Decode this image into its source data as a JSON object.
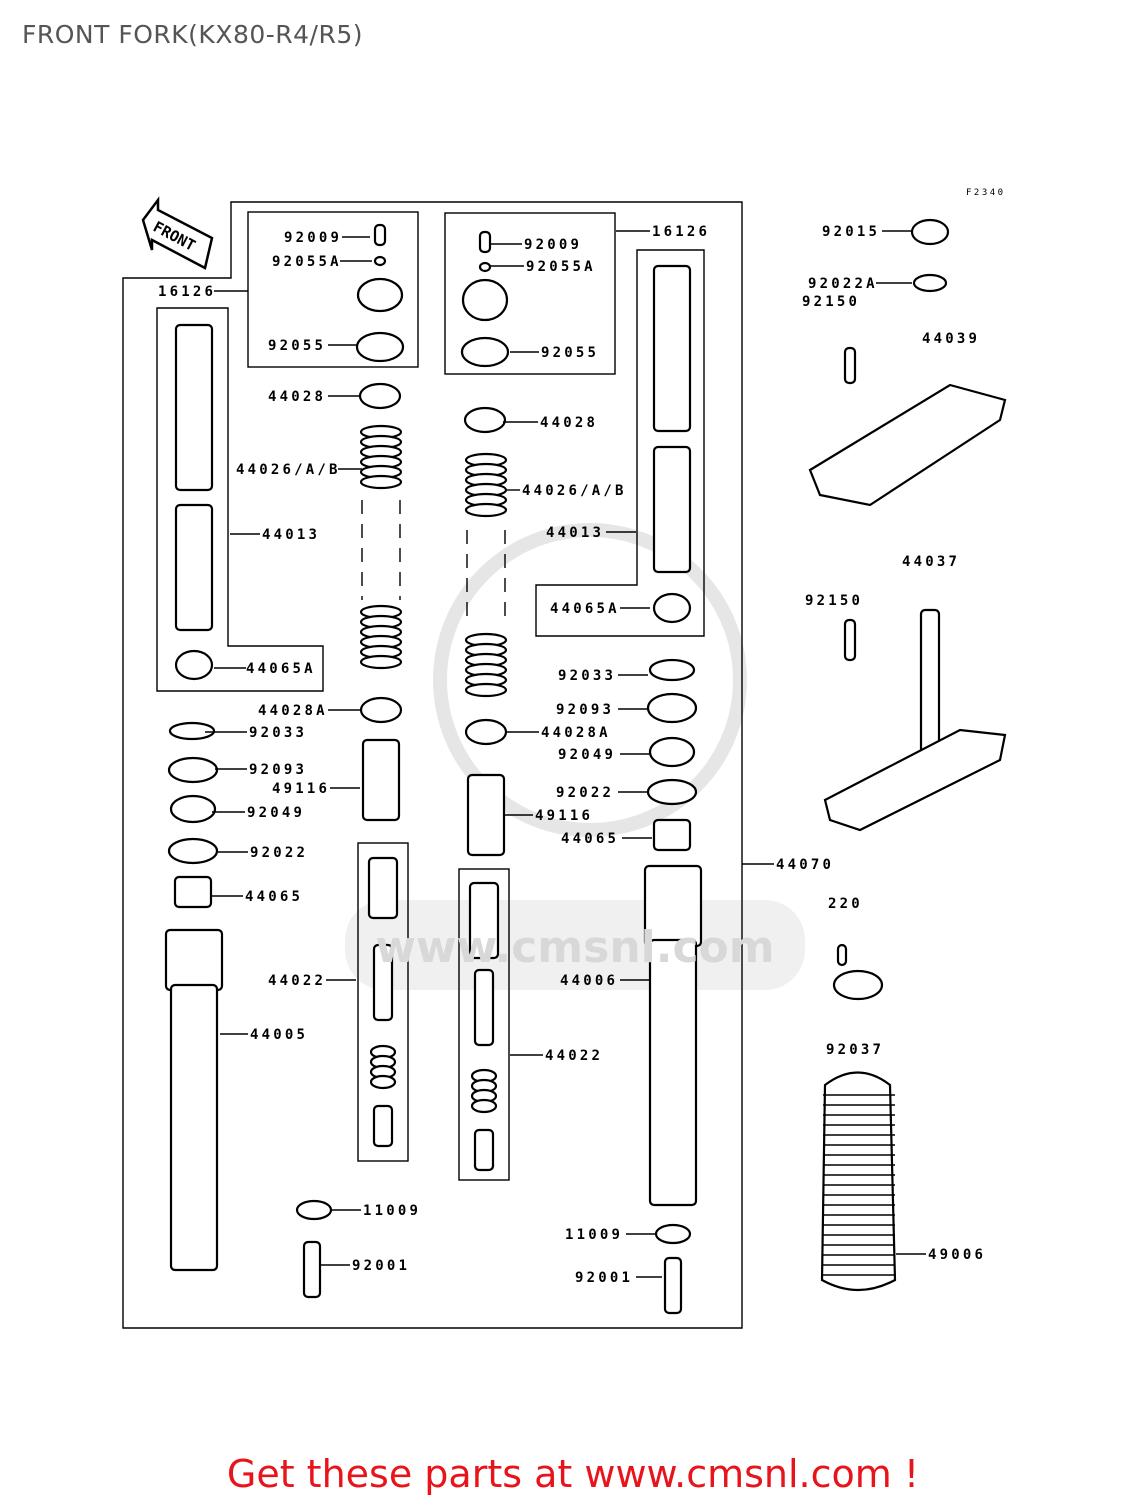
{
  "title": "FRONT FORK(KX80-R4/R5)",
  "footer": "Get these parts at www.cmsnl.com !",
  "diagram_code": "F2340",
  "front_arrow": "FRONT",
  "watermark": "www.cmsnl.com",
  "colors": {
    "footer": "#e8141c",
    "title": "#555555"
  },
  "labels": [
    "92009",
    "92055A",
    "16126",
    "92055",
    "44028",
    "44026/A/B",
    "44013",
    "44065A",
    "44028A",
    "92033",
    "92093",
    "49116",
    "92049",
    "92022",
    "44065",
    "44022",
    "44005",
    "11009",
    "92001",
    "92009",
    "92055A",
    "16126",
    "92055",
    "44028",
    "44026/A/B",
    "44013",
    "44065A",
    "92033",
    "92093",
    "44028A",
    "92049",
    "92022",
    "49116",
    "44065",
    "44070",
    "44006",
    "44022",
    "11009",
    "92001",
    "92015",
    "92022A",
    "92150",
    "44039",
    "44037",
    "92150",
    "220",
    "92037",
    "49006"
  ]
}
